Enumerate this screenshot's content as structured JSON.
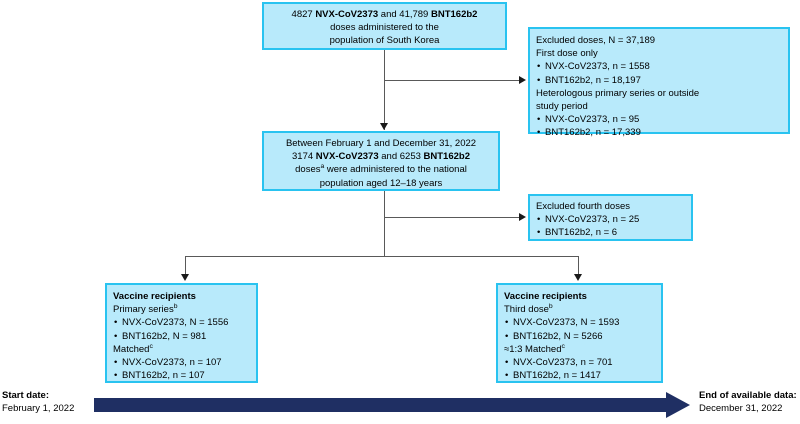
{
  "diagram": {
    "title": "Study population flow diagram",
    "colors": {
      "box_fill": "#b8eafb",
      "box_border": "#29c3f0",
      "connector": "#595959",
      "timeline": "#1f2f63"
    },
    "boxes": {
      "total_doses": {
        "name": "total-doses-box",
        "lines": [
          {
            "segments": [
              {
                "text": "4827 ",
                "bold": false
              },
              {
                "text": "NVX-CoV2373",
                "bold": true
              },
              {
                "text": " and 41,789 ",
                "bold": false
              },
              {
                "text": "BNT162b2",
                "bold": true
              }
            ]
          },
          {
            "segments": [
              {
                "text": "doses administered to the",
                "bold": false
              }
            ]
          },
          {
            "segments": [
              {
                "text": "population of South Korea",
                "bold": false
              }
            ]
          }
        ]
      },
      "excluded_doses": {
        "name": "excluded-doses-box",
        "lines": [
          {
            "text": "Excluded doses, N = 37,189",
            "style": "plain"
          },
          {
            "text": "First dose only",
            "style": "plain"
          },
          {
            "text": "NVX-CoV2373, n = 1558",
            "style": "bullet"
          },
          {
            "text": "BNT162b2, n = 18,197",
            "style": "bullet"
          },
          {
            "text": "Heterologous primary series or outside",
            "style": "plain"
          },
          {
            "text": "study period",
            "style": "plain"
          },
          {
            "text": "NVX-CoV2373, n = 95",
            "style": "bullet"
          },
          {
            "text": "BNT162b2, n = 17,339",
            "style": "bullet"
          }
        ]
      },
      "study_period": {
        "name": "study-period-box",
        "lines": [
          {
            "segments": [
              {
                "text": "Between February 1 and December 31, 2022",
                "bold": false
              }
            ]
          },
          {
            "segments": [
              {
                "text": "3174 ",
                "bold": false
              },
              {
                "text": "NVX-CoV2373",
                "bold": true
              },
              {
                "text": " and 6253 ",
                "bold": false
              },
              {
                "text": "BNT162b2",
                "bold": true
              }
            ]
          },
          {
            "segments": [
              {
                "text": "doses",
                "bold": false
              },
              {
                "text": "a",
                "sup": true
              },
              {
                "text": " were administered to the national",
                "bold": false
              }
            ]
          },
          {
            "segments": [
              {
                "text": "population aged 12–18 years",
                "bold": false
              }
            ]
          }
        ]
      },
      "excluded_fourth": {
        "name": "excluded-fourth-doses-box",
        "lines": [
          {
            "text": "Excluded fourth doses",
            "style": "plain"
          },
          {
            "text": "NVX-CoV2373, n = 25",
            "style": "bullet"
          },
          {
            "text": "BNT162b2, n = 6",
            "style": "bullet"
          }
        ]
      },
      "primary_series": {
        "name": "vaccine-recipients-primary-series-box",
        "lines": [
          {
            "text": "Vaccine recipients",
            "style": "header"
          },
          {
            "text": "Primary series",
            "sup": "b",
            "style": "plain"
          },
          {
            "text": "NVX-CoV2373, N = 1556",
            "style": "bullet"
          },
          {
            "text": "BNT162b2, N = 981",
            "style": "bullet"
          },
          {
            "text": "Matched",
            "sup": "c",
            "style": "plain"
          },
          {
            "text": "NVX-CoV2373, n = 107",
            "style": "bullet"
          },
          {
            "text": "BNT162b2, n = 107",
            "style": "bullet"
          }
        ]
      },
      "third_dose": {
        "name": "vaccine-recipients-third-dose-box",
        "lines": [
          {
            "text": "Vaccine recipients",
            "style": "header"
          },
          {
            "text": "Third dose",
            "sup": "b",
            "style": "plain"
          },
          {
            "text": "NVX-CoV2373, N = 1593",
            "style": "bullet"
          },
          {
            "text": "BNT162b2, N = 5266",
            "style": "bullet"
          },
          {
            "text": "≈1:3 Matched",
            "sup": "c",
            "style": "plain"
          },
          {
            "text": "NVX-CoV2373, n = 701",
            "style": "bullet"
          },
          {
            "text": "BNT162b2, n = 1417",
            "style": "bullet"
          }
        ]
      }
    },
    "timeline": {
      "start_title": "Start date:",
      "start_date": "February 1, 2022",
      "end_title": "End of available data:",
      "end_date": "December 31, 2022"
    }
  }
}
